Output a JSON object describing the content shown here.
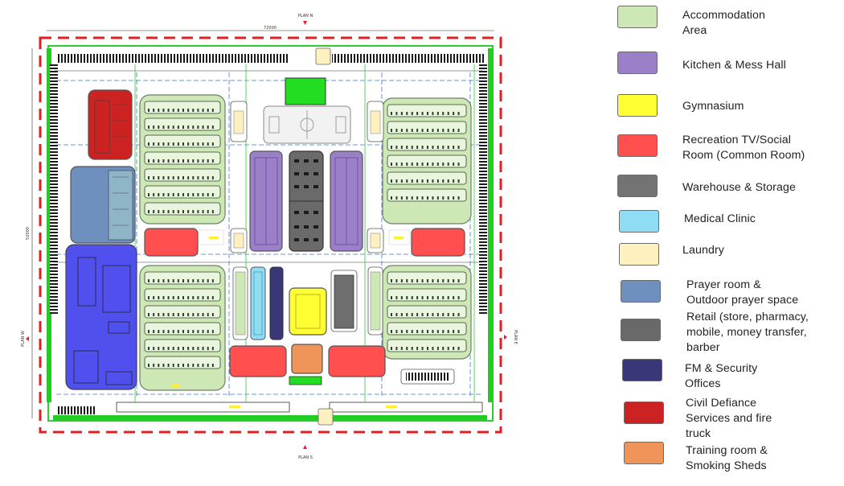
{
  "plan": {
    "north_label": "PLAN N",
    "south_label": "PLAN S",
    "west_label": "PLAN W",
    "east_label": "PLAN E",
    "overall_width_dim": "72000",
    "overall_height_dim": "52000"
  },
  "legend": {
    "items": [
      {
        "label": "Accommodation\nArea",
        "color": "#cde8b4"
      },
      {
        "label": "Kitchen & Mess Hall",
        "color": "#9b7fc9"
      },
      {
        "label": "Gymnasium",
        "color": "#ffff33"
      },
      {
        "label": "Recreation TV/Social\nRoom (Common Room)",
        "color": "#ff4f4f"
      },
      {
        "label": "Warehouse & Storage",
        "color": "#737373"
      },
      {
        "label": "Medical Clinic",
        "color": "#8fdcf5"
      },
      {
        "label": "Laundry",
        "color": "#fff0c0"
      },
      {
        "label": "Prayer room &\nOutdoor prayer space",
        "color": "#6f8fbe"
      },
      {
        "label": "Retail (store, pharmacy,\nmobile, money transfer,\nbarber",
        "color": "#696969"
      },
      {
        "label": "FM & Security\nOffices",
        "color": "#3a3778"
      },
      {
        "label": "Civil Defiance\nServices and fire\ntruck",
        "color": "#cc2222"
      },
      {
        "label": "Training room &\nSmoking Sheds",
        "color": "#f0955a"
      }
    ]
  }
}
